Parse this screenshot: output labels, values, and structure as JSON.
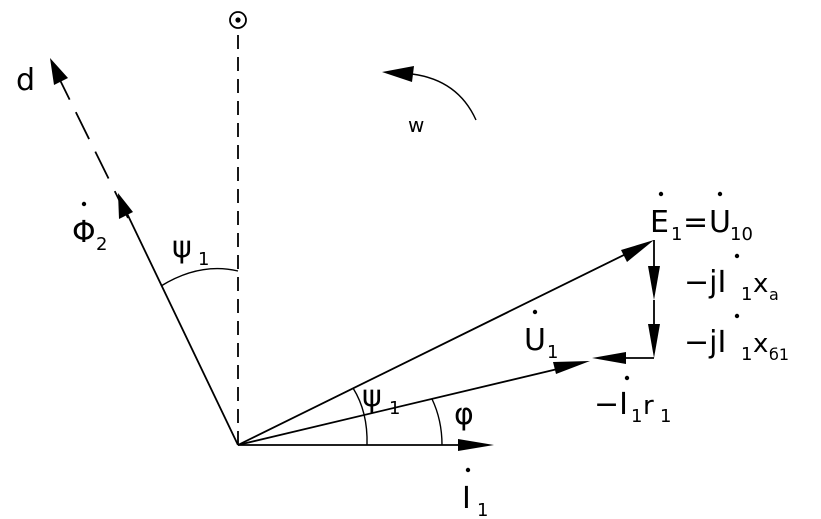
{
  "labels": {
    "d_axis": "d",
    "rotation": "w",
    "phi2_main": "Φ",
    "phi2_sub": "2",
    "psi1_upper_main": "ψ",
    "psi1_upper_sub": "1",
    "psi1_lower_main": "ψ",
    "psi1_lower_sub": "1",
    "phi_angle": "φ",
    "e1_main": "E",
    "e1_sub": "1",
    "equals": "=",
    "u10_main": "U",
    "u10_sub": "10",
    "jxa_prefix": "−jI",
    "jxa_sub1": "1",
    "jxa_x": "x",
    "jxa_sub2": "a",
    "jxs_prefix": "−jI",
    "jxs_sub1": "1",
    "jxs_x": "x",
    "jxs_sub2": "б1",
    "u1_main": "U",
    "u1_sub": "1",
    "ir_prefix": "−I",
    "ir_sub1": "1",
    "ir_r": "r",
    "ir_sub2": "1",
    "i1_main": "I",
    "i1_sub": "1"
  },
  "colors": {
    "ink": "#000000",
    "background": "#ffffff"
  },
  "icons": {
    "axis_out_of_page": "dot-in-circle-icon"
  }
}
